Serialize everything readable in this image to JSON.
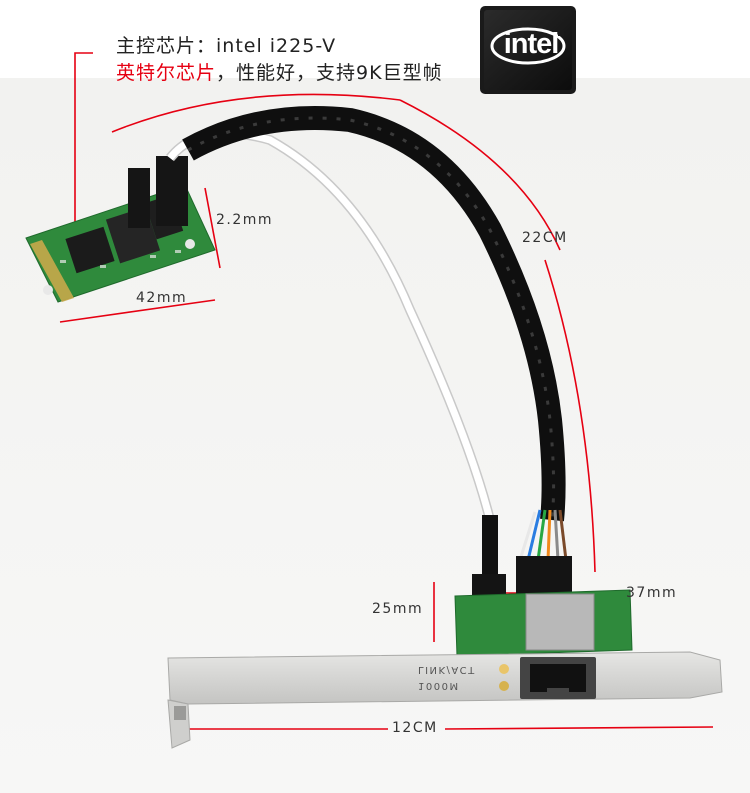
{
  "header": {
    "line1": "主控芯片：intel i225-V",
    "line2_red": "英特尔芯片",
    "line2_rest": "，性能好，支持9K巨型帧"
  },
  "logo": {
    "text": "intel"
  },
  "dimensions": {
    "card_thickness": "2.2mm",
    "card_length": "42mm",
    "cable_length": "22CM",
    "height_37": "37mm",
    "height_25": "25mm",
    "bracket_length": "12CM"
  },
  "bracket_labels": {
    "link_act": "LINK/ACT",
    "speed": "1000M"
  },
  "colors": {
    "accent_red": "#e60012",
    "pcb_green": "#2f8a3c",
    "bracket_silver": "#d4d4d2"
  }
}
